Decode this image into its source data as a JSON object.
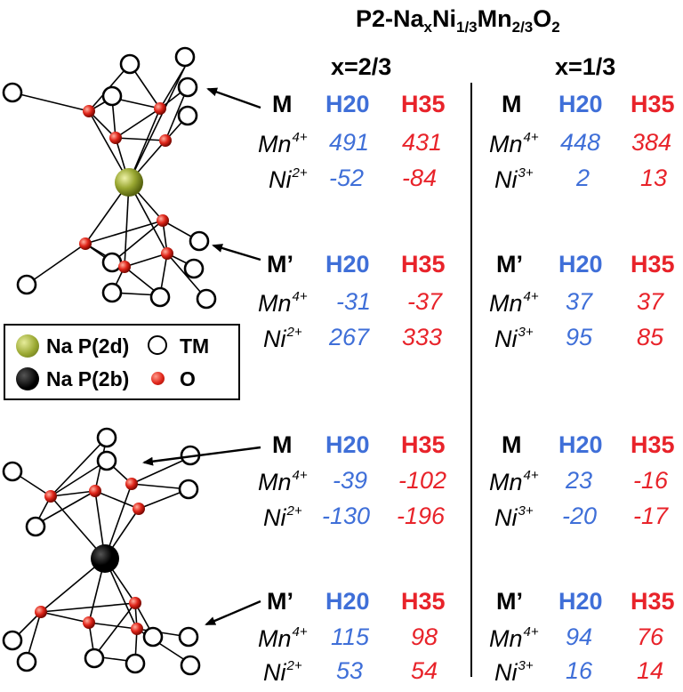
{
  "title": {
    "prefix": "P2-Na",
    "sub_x": "x",
    "mid1": "Ni",
    "sub_ni": "1/3",
    "mid2": "Mn",
    "sub_mn": "2/3",
    "mid3": "O",
    "sub_o": "2"
  },
  "columns": {
    "left": "x=2/3",
    "right": "x=1/3"
  },
  "legend": {
    "na_2d": "Na P(2d)",
    "na_2b": "Na P(2b)",
    "tm": "TM",
    "o": "O"
  },
  "colors": {
    "h20": "#3f6fd8",
    "h35": "#e8232a",
    "na_2d": "#9aa832",
    "na_2b": "#000000",
    "oxygen": "#e0251a"
  },
  "blocks": [
    {
      "left": {
        "site": "M",
        "h20": "H20",
        "h35": "H35",
        "rows": [
          {
            "ion": "Mn",
            "charge": "4+",
            "h20": "491",
            "h35": "431"
          },
          {
            "ion": "Ni",
            "charge": "2+",
            "h20": "-52",
            "h35": "-84"
          }
        ]
      },
      "right": {
        "site": "M",
        "h20": "H20",
        "h35": "H35",
        "rows": [
          {
            "ion": "Mn",
            "charge": "4+",
            "h20": "448",
            "h35": "384"
          },
          {
            "ion": "Ni",
            "charge": "3+",
            "h20": "2",
            "h35": "13"
          }
        ]
      }
    },
    {
      "left": {
        "site": "M’",
        "h20": "H20",
        "h35": "H35",
        "rows": [
          {
            "ion": "Mn",
            "charge": "4+",
            "h20": "-31",
            "h35": "-37"
          },
          {
            "ion": "Ni",
            "charge": "2+",
            "h20": "267",
            "h35": "333"
          }
        ]
      },
      "right": {
        "site": "M’",
        "h20": "H20",
        "h35": "H35",
        "rows": [
          {
            "ion": "Mn",
            "charge": "4+",
            "h20": "37",
            "h35": "37"
          },
          {
            "ion": "Ni",
            "charge": "3+",
            "h20": "95",
            "h35": "85"
          }
        ]
      }
    },
    {
      "left": {
        "site": "M",
        "h20": "H20",
        "h35": "H35",
        "rows": [
          {
            "ion": "Mn",
            "charge": "4+",
            "h20": "-39",
            "h35": "-102"
          },
          {
            "ion": "Ni",
            "charge": "2+",
            "h20": "-130",
            "h35": "-196"
          }
        ]
      },
      "right": {
        "site": "M",
        "h20": "H20",
        "h35": "H35",
        "rows": [
          {
            "ion": "Mn",
            "charge": "4+",
            "h20": "23",
            "h35": "-16"
          },
          {
            "ion": "Ni",
            "charge": "3+",
            "h20": "-20",
            "h35": "-17"
          }
        ]
      }
    },
    {
      "left": {
        "site": "M’",
        "h20": "H20",
        "h35": "H35",
        "rows": [
          {
            "ion": "Mn",
            "charge": "4+",
            "h20": "115",
            "h35": "98"
          },
          {
            "ion": "Ni",
            "charge": "2+",
            "h20": "53",
            "h35": "54"
          }
        ]
      },
      "right": {
        "site": "M’",
        "h20": "H20",
        "h35": "H35",
        "rows": [
          {
            "ion": "Mn",
            "charge": "4+",
            "h20": "94",
            "h35": "76"
          },
          {
            "ion": "Ni",
            "charge": "3+",
            "h20": "16",
            "h35": "14"
          }
        ]
      }
    }
  ]
}
